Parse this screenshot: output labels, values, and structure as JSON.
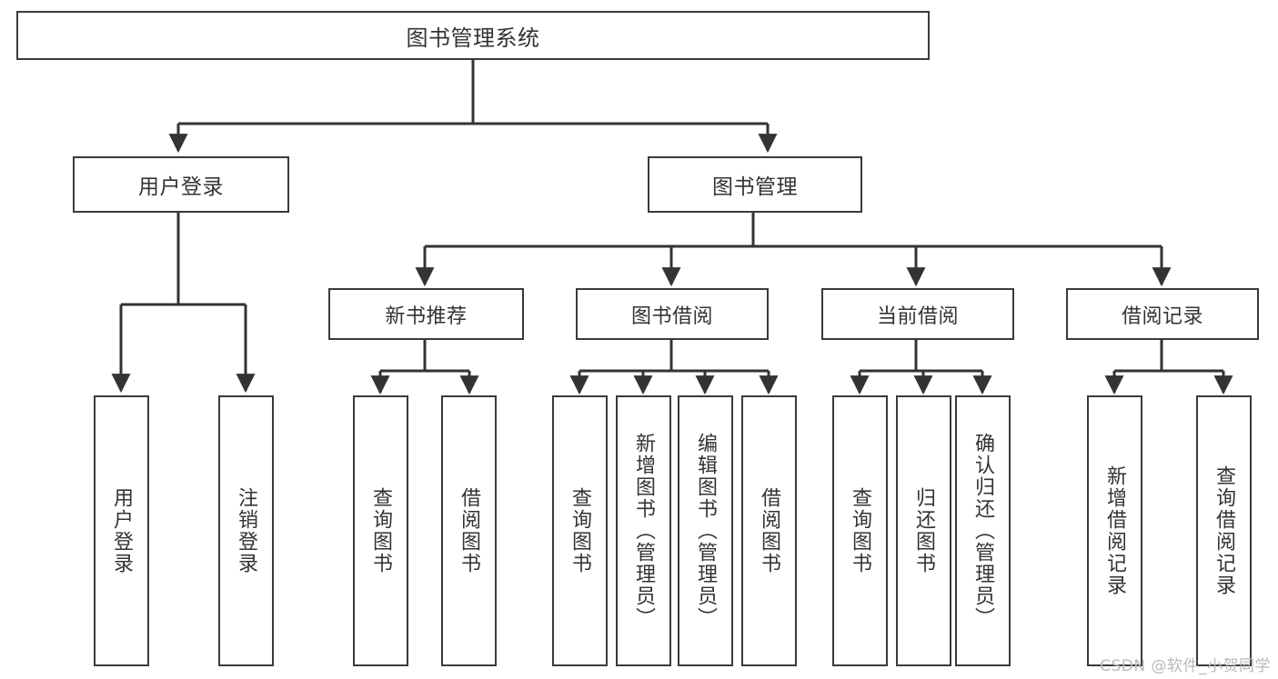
{
  "diagram": {
    "type": "tree-hierarchy",
    "title": "图书管理系统",
    "orientation": "top-down",
    "colors": {
      "border": "#3a3a3a",
      "text": "#333333",
      "background": "#ffffff",
      "edge": "#333333",
      "watermark": "#b9b9b9"
    }
  },
  "nodes": {
    "root": {
      "label": "图书管理系统"
    },
    "level2": [
      {
        "id": "user-login",
        "label": "用户登录"
      },
      {
        "id": "book-manage",
        "label": "图书管理"
      }
    ],
    "level3": [
      {
        "id": "new-book-recommend",
        "label": "新书推荐"
      },
      {
        "id": "book-borrow",
        "label": "图书借阅"
      },
      {
        "id": "current-borrow",
        "label": "当前借阅"
      },
      {
        "id": "borrow-record",
        "label": "借阅记录"
      }
    ],
    "leaves": [
      {
        "id": "leaf-user-login",
        "parent": "user-login",
        "label": "用户登录"
      },
      {
        "id": "leaf-logout",
        "parent": "user-login",
        "label": "注销登录"
      },
      {
        "id": "leaf-query-book-1",
        "parent": "new-book-recommend",
        "label": "查询图书"
      },
      {
        "id": "leaf-borrow-book-1",
        "parent": "new-book-recommend",
        "label": "借阅图书"
      },
      {
        "id": "leaf-query-book-2",
        "parent": "book-borrow",
        "label": "查询图书"
      },
      {
        "id": "leaf-add-book",
        "parent": "book-borrow",
        "label": "新增图书（管理员）"
      },
      {
        "id": "leaf-edit-book",
        "parent": "book-borrow",
        "label": "编辑图书（管理员）"
      },
      {
        "id": "leaf-borrow-book-2",
        "parent": "book-borrow",
        "label": "借阅图书"
      },
      {
        "id": "leaf-query-book-3",
        "parent": "current-borrow",
        "label": "查询图书"
      },
      {
        "id": "leaf-return-book",
        "parent": "current-borrow",
        "label": "归还图书"
      },
      {
        "id": "leaf-confirm-return",
        "parent": "current-borrow",
        "label": "确认归还（管理员）"
      },
      {
        "id": "leaf-add-record",
        "parent": "borrow-record",
        "label": "新增借阅记录"
      },
      {
        "id": "leaf-query-record",
        "parent": "borrow-record",
        "label": "查询借阅记录"
      }
    ]
  },
  "watermark": {
    "text": "CSDN @软件_小贺同学"
  }
}
